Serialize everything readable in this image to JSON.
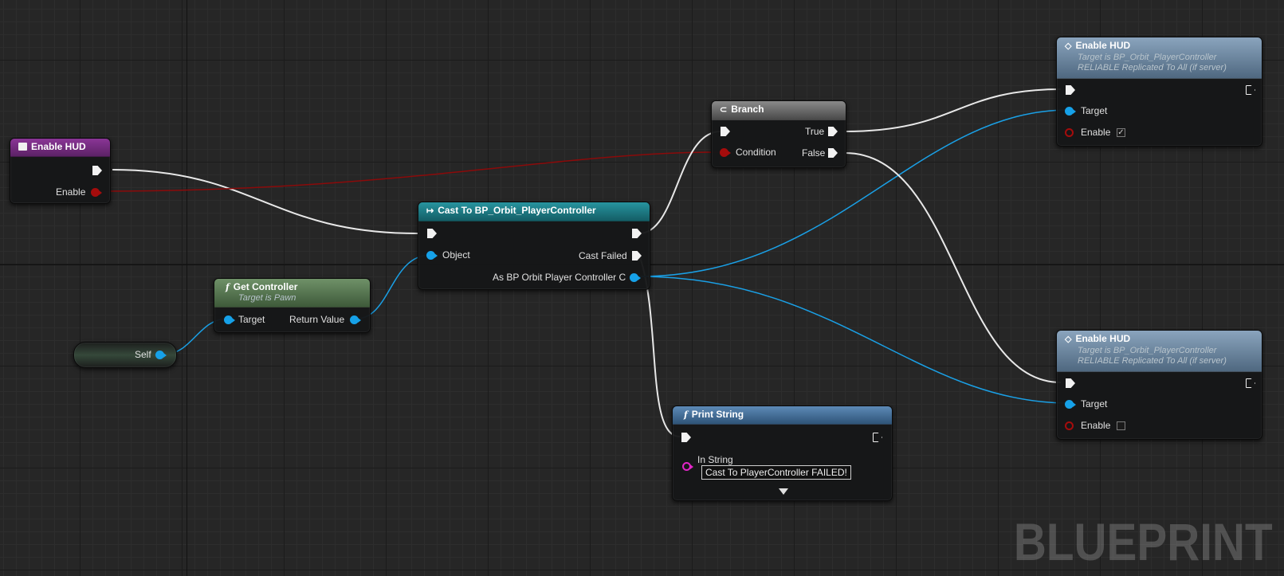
{
  "watermark": "BLUEPRINT",
  "colors": {
    "exec_wire": "#e8e8e8",
    "object_wire": "#1aa0e6",
    "bool_wire": "#8b0a0a",
    "event_header": "#7a2a86",
    "cast_header": "#1d7c88",
    "pure_func_header": "#5d7d57",
    "func_header": "#4b7aa6",
    "branch_header": "#7a7a7a",
    "rpc_header": "#7590aa"
  },
  "nodes": {
    "event_enable_hud": {
      "title": "Enable HUD",
      "icon": "event-icon",
      "enable_label": "Enable"
    },
    "self": {
      "label": "Self"
    },
    "get_controller": {
      "title": "Get Controller",
      "subtitle": "Target is Pawn",
      "target_label": "Target",
      "return_label": "Return Value",
      "icon": "function-icon"
    },
    "cast": {
      "title": "Cast To BP_Orbit_PlayerController",
      "icon": "cast-icon",
      "object_label": "Object",
      "cast_failed_label": "Cast Failed",
      "as_label": "As BP Orbit Player Controller C"
    },
    "branch": {
      "title": "Branch",
      "icon": "branch-icon",
      "condition_label": "Condition",
      "true_label": "True",
      "false_label": "False"
    },
    "enable_hud_true": {
      "title": "Enable HUD",
      "subtitle1": "Target is BP_Orbit_PlayerController",
      "subtitle2": "RELIABLE Replicated To All (if server)",
      "icon": "rpc-icon",
      "target_label": "Target",
      "enable_label": "Enable",
      "enable_checked": true,
      "check_glyph": "✓"
    },
    "enable_hud_false": {
      "title": "Enable HUD",
      "subtitle1": "Target is BP_Orbit_PlayerController",
      "subtitle2": "RELIABLE Replicated To All (if server)",
      "icon": "rpc-icon",
      "target_label": "Target",
      "enable_label": "Enable",
      "enable_checked": false,
      "check_glyph": ""
    },
    "print_string": {
      "title": "Print String",
      "icon": "function-icon",
      "in_string_label": "In String",
      "in_string_value": "Cast To PlayerController FAILED!",
      "expand_icon": "expand-arrow-icon"
    }
  }
}
